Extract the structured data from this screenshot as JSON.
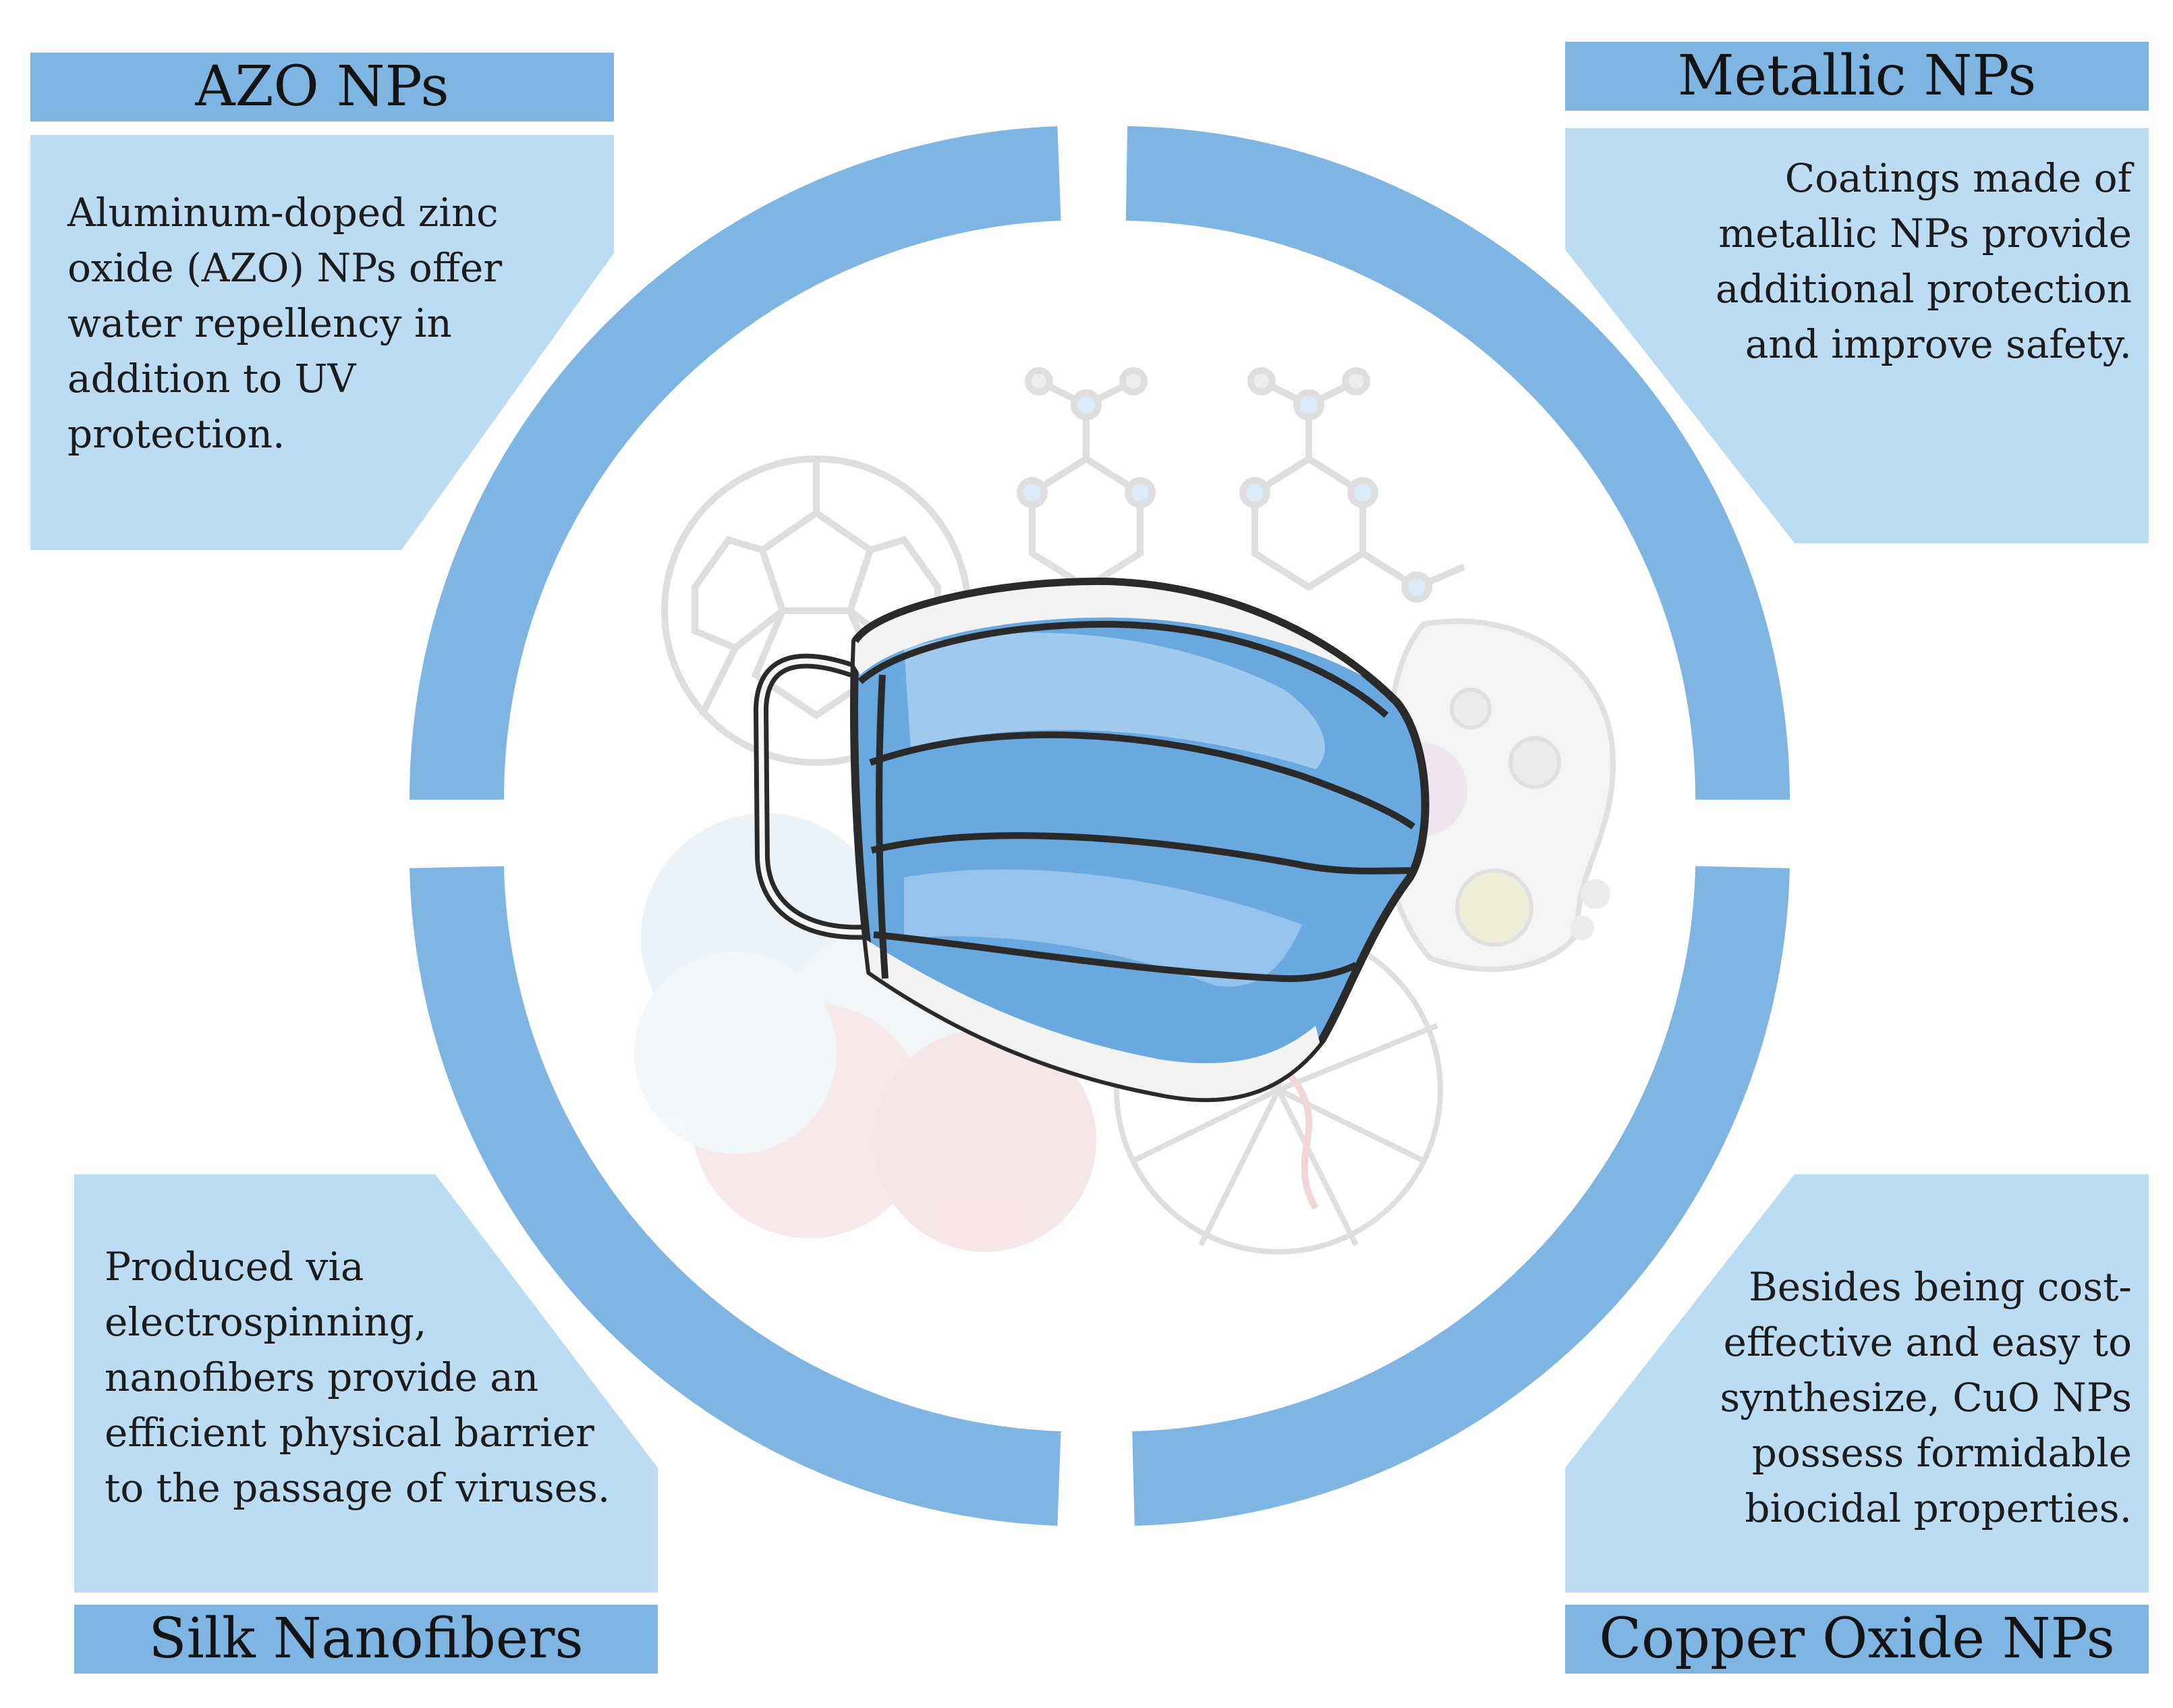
{
  "colors": {
    "title_bar": "#7fb5e3",
    "panel": "#bcdcf3",
    "ring": "#7fb5e3",
    "mask_blue": "#6aa9e0",
    "mask_light": "#a9cff0",
    "mask_band": "#f3f3f3",
    "outline": "#2a2a2a",
    "molecule": "#c9c9c9"
  },
  "panels": {
    "top_left": {
      "title": "AZO NPs",
      "lines": [
        "Aluminum-doped zinc",
        "oxide (AZO) NPs offer",
        "water repellency in",
        "addition to UV",
        "protection."
      ]
    },
    "top_right": {
      "title": "Metallic NPs",
      "lines": [
        "Coatings made of",
        "metallic NPs provide",
        "additional protection",
        "and improve safety."
      ]
    },
    "bottom_left": {
      "title": "Silk Nanofibers",
      "lines": [
        "Produced via",
        "electrospinning,",
        "nanofibers provide an",
        "efficient physical barrier",
        "to the passage of viruses."
      ]
    },
    "bottom_right": {
      "title": "Copper Oxide NPs",
      "lines": [
        "Besides being cost-",
        "effective and easy to",
        "synthesize, CuO NPs",
        "possess formidable",
        "biocidal properties."
      ]
    }
  },
  "center_graphic": {
    "icon": "face-mask-icon",
    "background_icons": [
      "fullerene-icon",
      "molecule-icon",
      "cell-icon",
      "dendrimer-icon",
      "nanoparticle-cluster-icon"
    ]
  }
}
